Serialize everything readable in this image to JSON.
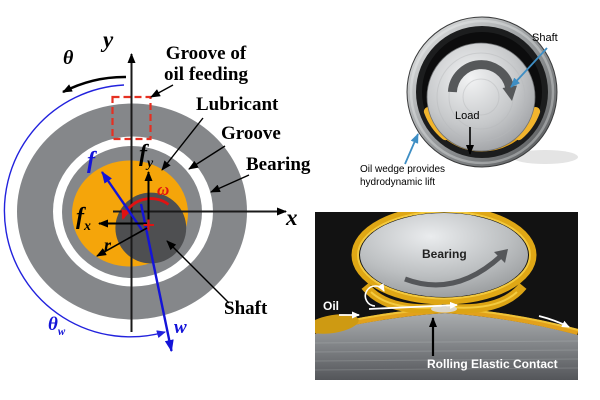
{
  "left_diagram": {
    "axes": {
      "x": "x",
      "y": "y"
    },
    "symbols": {
      "theta": "θ",
      "theta_w_main": "θ",
      "theta_w_sub": "w",
      "omega": "ω",
      "f": "f",
      "f_x_main": "f",
      "f_x_sub": "x",
      "f_y_main": "f",
      "f_y_sub": "y",
      "r": "r",
      "w": "w"
    },
    "labels": {
      "groove_feed_line1": "Groove of",
      "groove_feed_line2": "oil feeding",
      "lubricant": "Lubricant",
      "groove": "Groove",
      "bearing": "Bearing",
      "shaft": "Shaft"
    }
  },
  "top_right_photo": {
    "shaft": "Shaft",
    "load": "Load",
    "oil_wedge_line1": "Oil wedge provides",
    "oil_wedge_line2": "hydrodynamic lift"
  },
  "bottom_right_photo": {
    "bearing": "Bearing",
    "oil": "Oil",
    "contact": "Rolling Elastic Contact"
  },
  "colors": {
    "bearing_gray": "#85878a",
    "groove_white": "#ffffff",
    "lubricant_orange": "#f5a50a",
    "shaft_dark": "#4e4f51",
    "force_blue": "#1414d8",
    "accent_red": "#e01212",
    "oil_gold": "#e2a11c",
    "annotation_teal": "#3e8ec4"
  }
}
